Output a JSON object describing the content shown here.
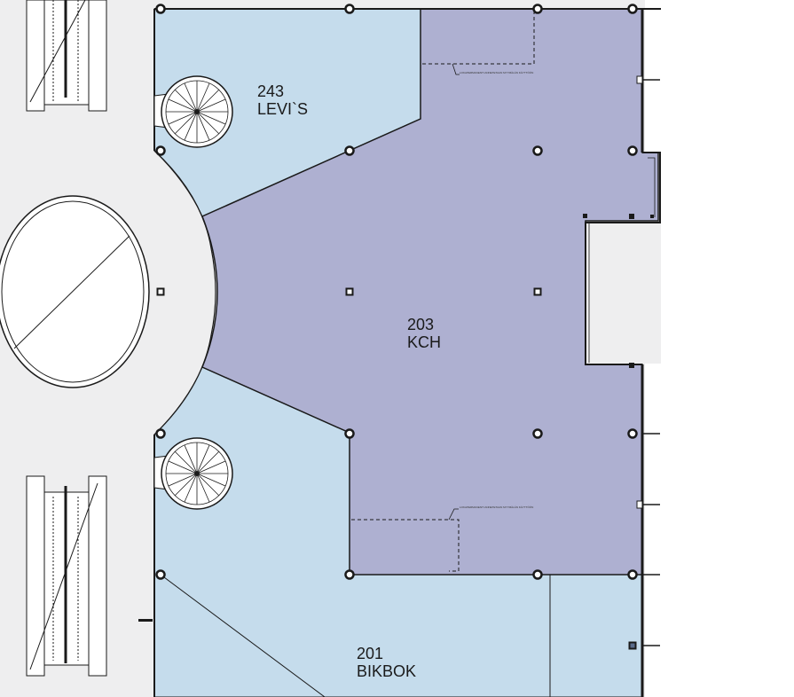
{
  "floor_plan": {
    "units": [
      {
        "id": "unit-243",
        "number": "243",
        "tenant": "LEVI`S",
        "fill": "#c5dcec"
      },
      {
        "id": "unit-203",
        "number": "203",
        "tenant": "KCH",
        "fill": "#aeb0d1"
      },
      {
        "id": "unit-201",
        "number": "201",
        "tenant": "BIKBOK",
        "fill": "#c5dcec"
      }
    ],
    "corridor_color": "#eeeeef",
    "wall_color": "#1a1a1a",
    "notes": [
      "LOKAPERMANENTI ANNETETAAN MYYMÄLÄN KÄYTTÖÖN"
    ]
  }
}
